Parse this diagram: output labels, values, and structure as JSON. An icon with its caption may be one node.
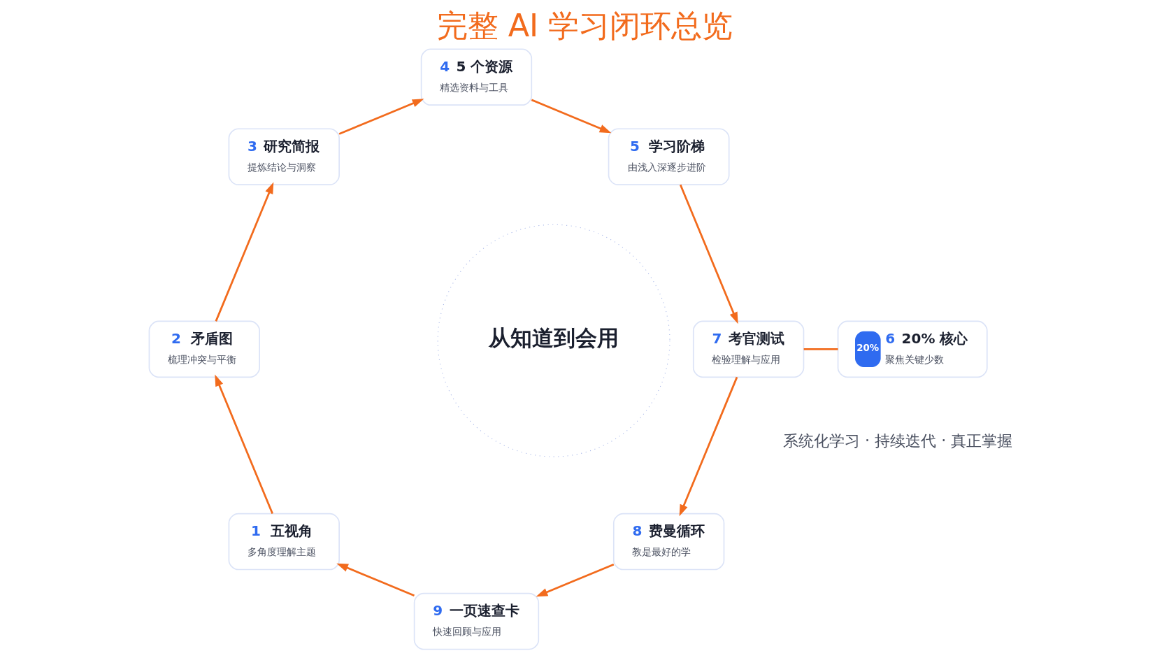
{
  "diagram": {
    "title": "完整 AI 学习闭环总览",
    "nodes": [
      {
        "text": [
          "1",
          "五视角",
          "多角度理解主题"
        ]
      },
      {
        "text": [
          "2",
          "矛盾图",
          "梳理冲突与平衡"
        ]
      },
      {
        "text": [
          "3",
          "研究简报",
          "提炼结论与洞察"
        ]
      },
      {
        "text": [
          "4",
          "5 个资源",
          "精选资料与工具"
        ]
      },
      {
        "text": [
          "5",
          "学习阶梯",
          "由浅入深逐步进阶"
        ]
      },
      {
        "text": [
          "20%",
          "6",
          "20% 核心",
          "聚焦关键少数"
        ]
      },
      {
        "text": [
          "7",
          "考官测试",
          "检验理解与应用"
        ]
      },
      {
        "text": [
          "8",
          "费曼循环",
          "教是最好的学"
        ]
      },
      {
        "text": [
          "9",
          "一页速查卡",
          "快速回顾与应用"
        ]
      },
      {
        "text": [
          "从知道到会用"
        ]
      }
    ],
    "edges": [
      {
        "from": 0,
        "to": 1,
        "arrow": "to"
      },
      {
        "from": 1,
        "to": 2,
        "arrow": "to"
      },
      {
        "from": 2,
        "to": 3,
        "arrow": "to"
      },
      {
        "from": 3,
        "to": 4,
        "arrow": "to"
      },
      {
        "from": 4,
        "to": 6,
        "arrow": "to"
      },
      {
        "from": 5,
        "to": 6,
        "arrow": "none"
      },
      {
        "from": 6,
        "to": 7,
        "arrow": "to"
      },
      {
        "from": 7,
        "to": 8,
        "arrow": "to"
      },
      {
        "from": 8,
        "to": 0,
        "arrow": "to"
      }
    ],
    "labels": [
      "系统化学习 · 持续迭代 · 真正掌握"
    ]
  }
}
